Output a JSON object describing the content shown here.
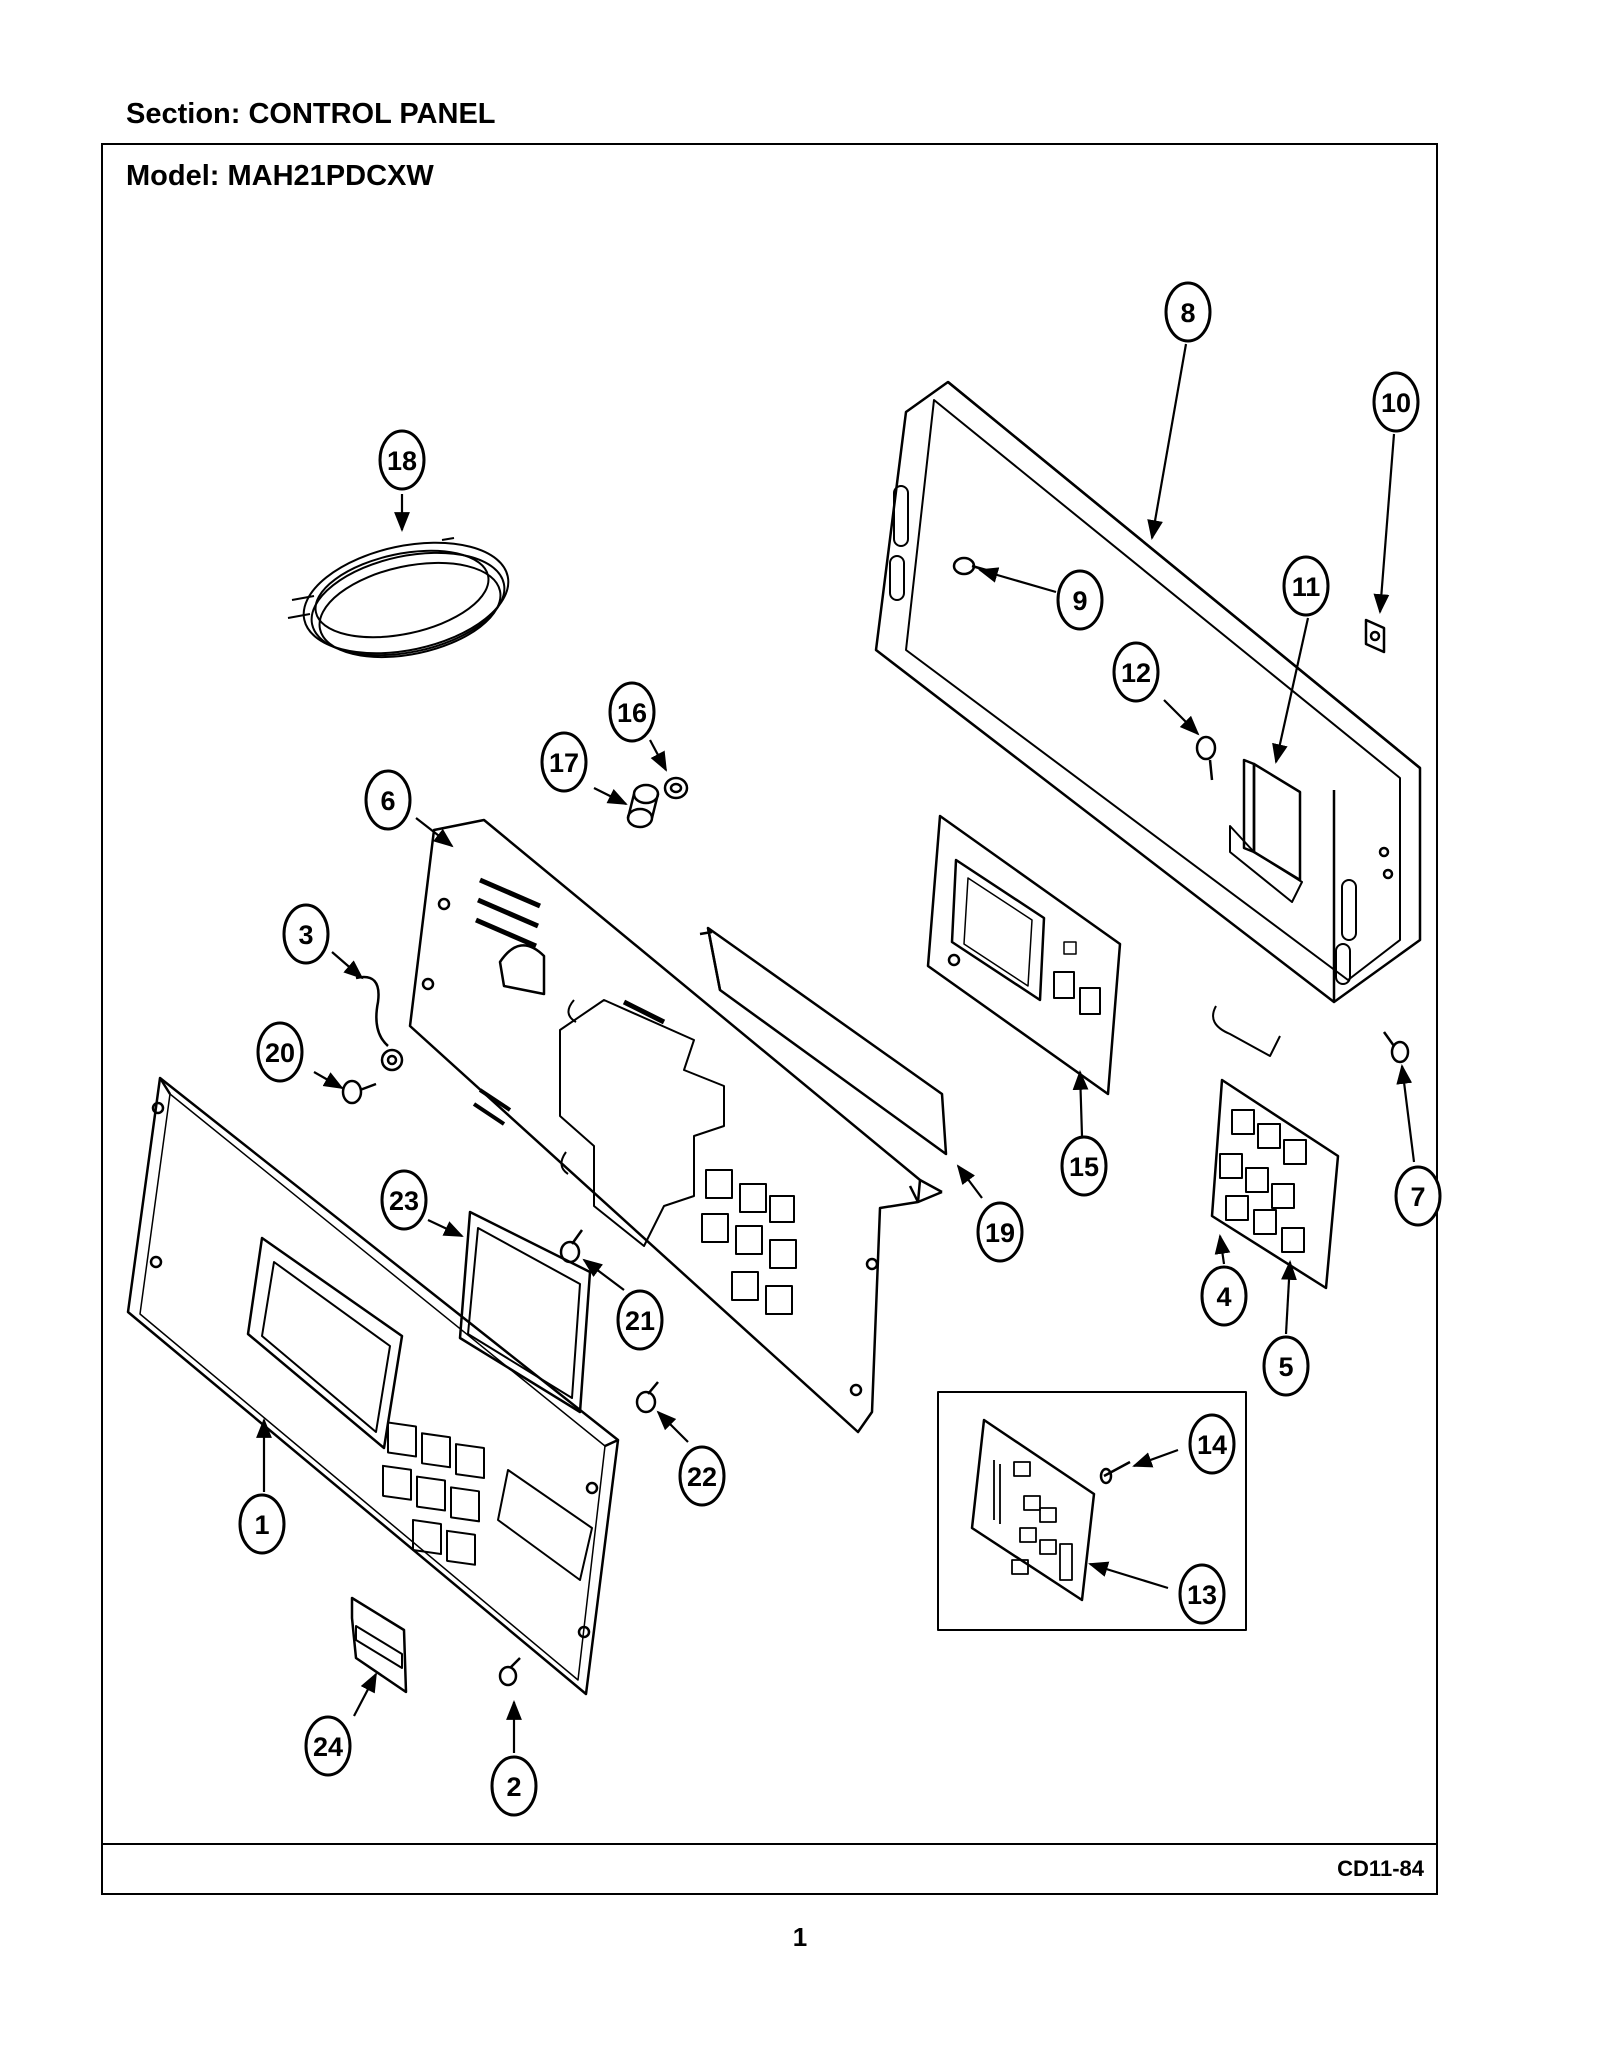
{
  "header": {
    "section_label": "Section:  CONTROL PANEL",
    "model_label": "Model:  MAH21PDCXW"
  },
  "footer": {
    "doc_code": "CD11-84",
    "page_number": "1"
  },
  "callouts": [
    "1",
    "2",
    "3",
    "4",
    "5",
    "6",
    "7",
    "8",
    "9",
    "10",
    "11",
    "12",
    "13",
    "14",
    "15",
    "16",
    "17",
    "18",
    "19",
    "20",
    "21",
    "22",
    "23",
    "24"
  ]
}
